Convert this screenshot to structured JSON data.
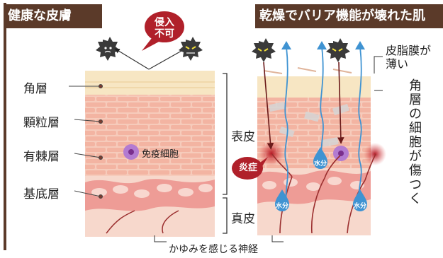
{
  "headers": {
    "healthy": "健康な皮膚",
    "damaged": "乾燥でバリア機能が壊れた肌"
  },
  "bubble": {
    "line1": "侵入",
    "line2": "不可"
  },
  "layers": [
    "角層",
    "顆粒層",
    "有棘層",
    "基底層"
  ],
  "region_labels": {
    "epidermis": "表皮",
    "dermis": "真皮"
  },
  "immune_cell": "免疫細胞",
  "inflammation": "炎症",
  "water_label": "水分",
  "sebum_label": "皮脂膜が薄い",
  "damaged_cells_label": "角層の細胞が傷つく",
  "nerve_label": "かゆみを感じる神経",
  "colors": {
    "header_bg": "#5b3a29",
    "stratum_corneum": "#f7e6c3",
    "cells": "#f4c2b0",
    "basal": "#ee9c96",
    "dermis": "#f7d8cc",
    "inflammation": "#b0202a",
    "water": "#3f93d2",
    "nerve": "#9b2f2f"
  }
}
